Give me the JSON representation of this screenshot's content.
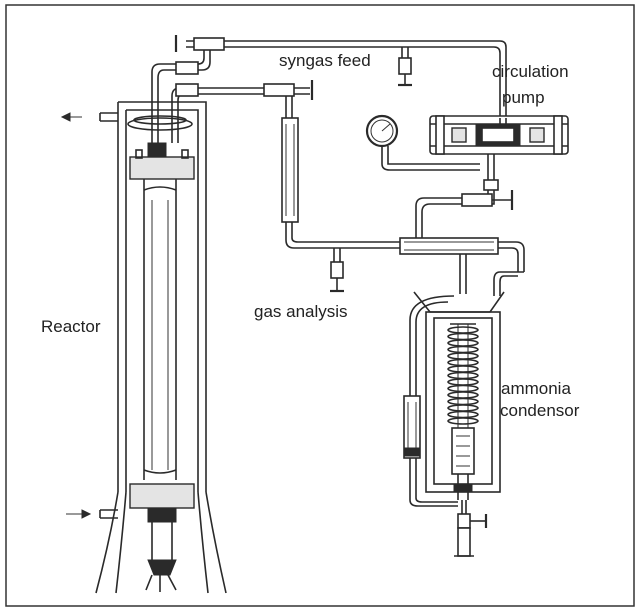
{
  "diagram": {
    "labels": {
      "syngas_feed": "syngas feed",
      "circulation": "circulation",
      "pump": "pump",
      "gas_analysis": "gas analysis",
      "reactor": "Reactor",
      "ammonia": "ammonia",
      "condensor": "condensor"
    }
  }
}
